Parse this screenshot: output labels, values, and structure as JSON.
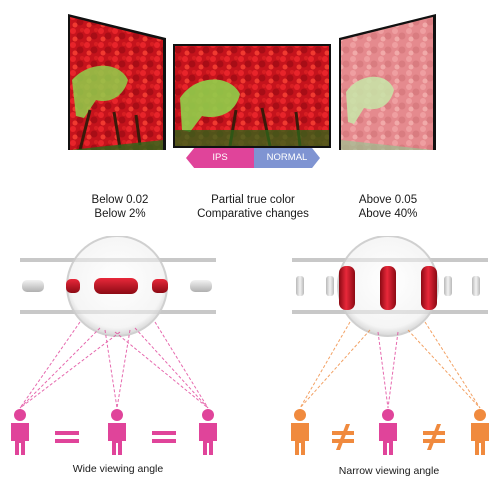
{
  "top": {
    "left_caption": [
      "Below 0.02",
      "Below 2%"
    ],
    "center_caption": [
      "Partial true color",
      "Comparative changes"
    ],
    "right_caption": [
      "Above 0.05",
      "Above 40%"
    ],
    "tab_left": "IPS",
    "tab_right": "NORMAL"
  },
  "bottom": {
    "left_label": "Wide viewing angle",
    "right_label": "Narrow viewing angle",
    "left_figures": [
      "=",
      "="
    ],
    "right_figures": [
      "≠",
      "≠"
    ]
  },
  "colors": {
    "ips_tab": "#e0449a",
    "normal_tab": "#7f94d2",
    "pink_person": "#e0449a",
    "orange_person": "#f08a3e",
    "crystal_red": "#c8121f"
  }
}
